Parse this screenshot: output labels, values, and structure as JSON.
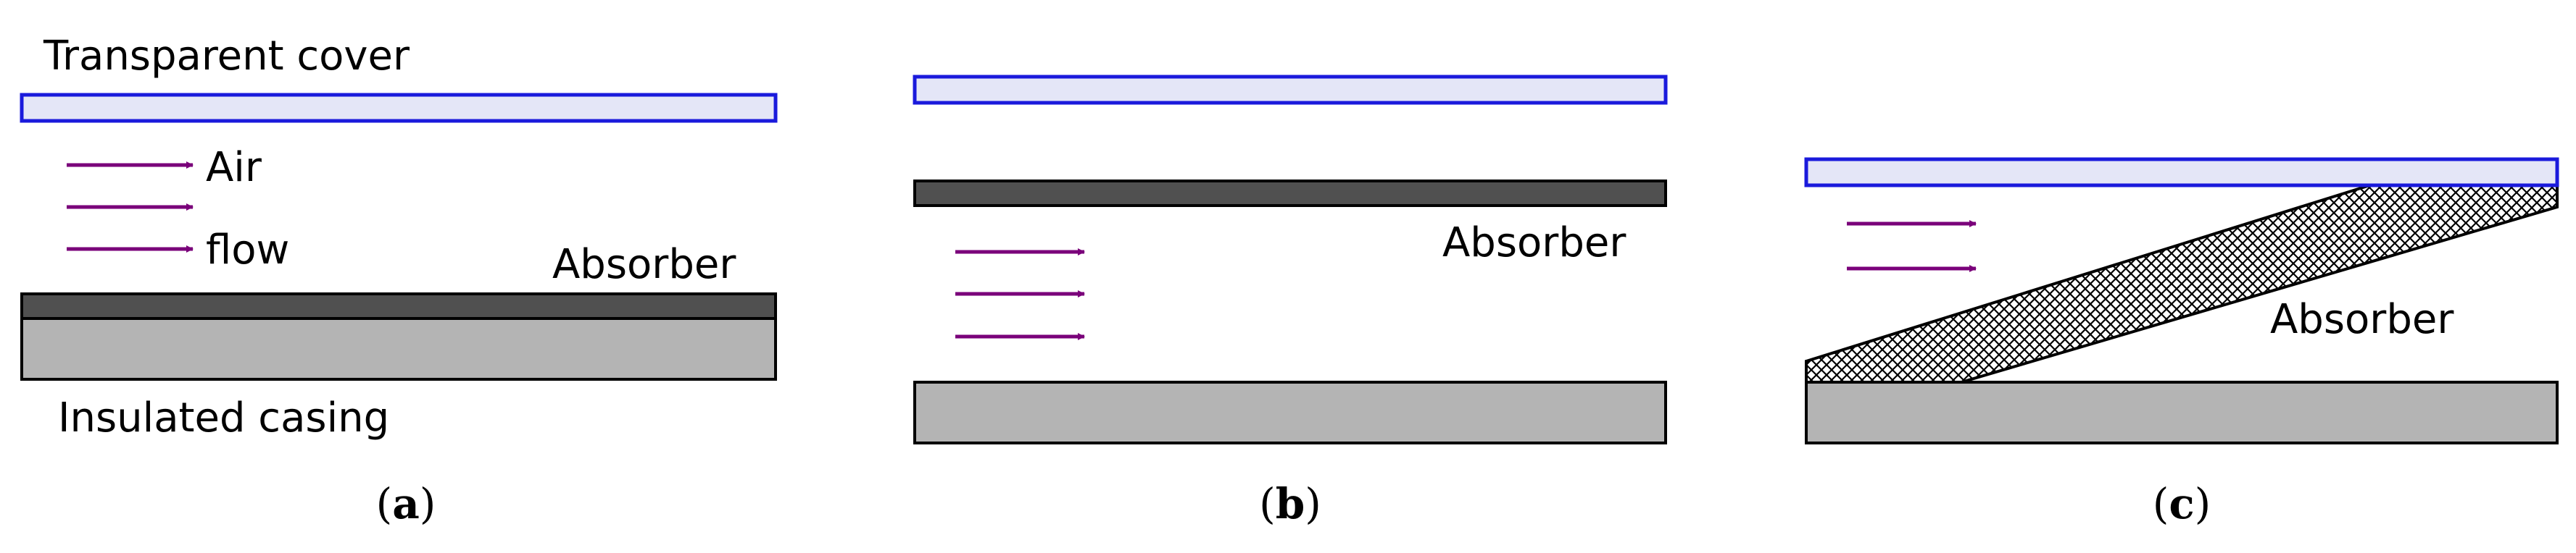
{
  "panel_a": {
    "cover_label": "Transparent cover",
    "air_label": "Air",
    "flow_label": "flow",
    "absorber_label": "Absorber",
    "casing_label": "Insulated casing",
    "caption_letter": "a"
  },
  "panel_b": {
    "absorber_label": "Absorber",
    "caption_letter": "b"
  },
  "panel_c": {
    "absorber_label": "Absorber",
    "caption_letter": "c"
  },
  "colors": {
    "cover_fill": "#e4e6f7",
    "cover_stroke": "#1a1adc",
    "absorber_fill": "#505050",
    "casing_fill": "#b4b4b4",
    "arrow": "#7a007a",
    "outline": "#000000"
  },
  "icons": {
    "flow_arrow": "arrow-right-icon",
    "mesh_absorber": "crosshatch-pattern"
  }
}
